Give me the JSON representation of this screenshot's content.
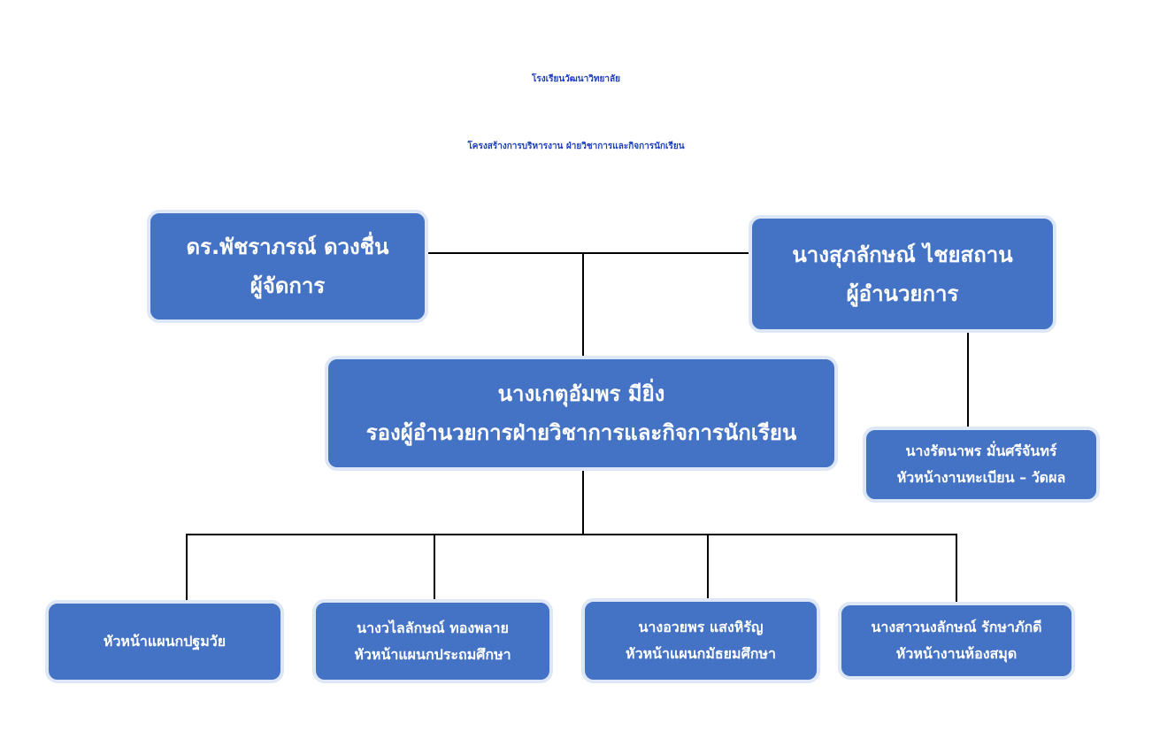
{
  "header": {
    "school_name": "โรงเรียนวัฒนาวิทยาลัย",
    "chart_title": "โครงสร้างการบริหารงาน ฝ่ายวิชาการและกิจการนักเรียน"
  },
  "nodes": {
    "manager": {
      "name": "ดร.พัชราภรณ์   ดวงชื่น",
      "role": "ผู้จัดการ"
    },
    "director": {
      "name": "นางสุภลักษณ์   ไชยสถาน",
      "role": "ผู้อำนวยการ"
    },
    "deputy": {
      "name": "นางเกตุอัมพร   มียิ่ง",
      "role": "รองผู้อำนวยการฝ่ายวิชาการและกิจการนักเรียน"
    },
    "registrar": {
      "name": "นางรัตนาพร   มั่นศรีจันทร์",
      "role": "หัวหน้างานทะเบียน – วัดผล"
    },
    "preschool": {
      "role": "หัวหน้าแผนกปฐมวัย"
    },
    "primary": {
      "name": "นางวไลลักษณ์    ทองพลาย",
      "role": "หัวหน้าแผนกประถมศึกษา"
    },
    "secondary": {
      "name": "นางอวยพร   แสงหิรัญ",
      "role": "หัวหน้าแผนกมัธยมศึกษา"
    },
    "library": {
      "name": "นางสาวนงลักษณ์   รักษาภักดี",
      "role": "หัวหน้างานห้องสมุด"
    }
  }
}
